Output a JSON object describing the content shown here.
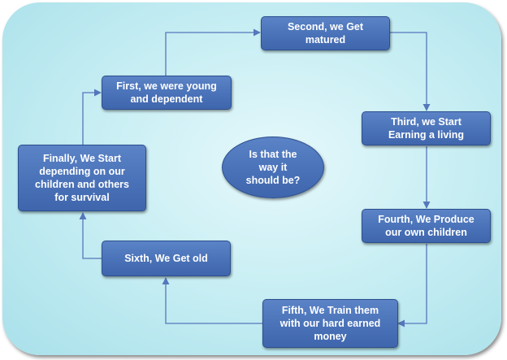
{
  "nodes": {
    "first": "First, we were young\nand dependent",
    "second": "Second, we Get\nmatured",
    "third": "Third, we Start\nEarning a living",
    "fourth": "Fourth, We Produce\nour own children",
    "fifth": "Fifth, We Train them\nwith our hard earned\nmoney",
    "sixth": "Sixth, We Get old",
    "finally": "Finally, We Start\ndepending on our\nchildren and others\nfor survival",
    "question": "Is that the\nway it\nshould be?"
  },
  "colors": {
    "node_fill": "#4a72b8",
    "node_border": "#2c4f8f",
    "connector": "#5577bb",
    "panel": "#c9eff4"
  }
}
